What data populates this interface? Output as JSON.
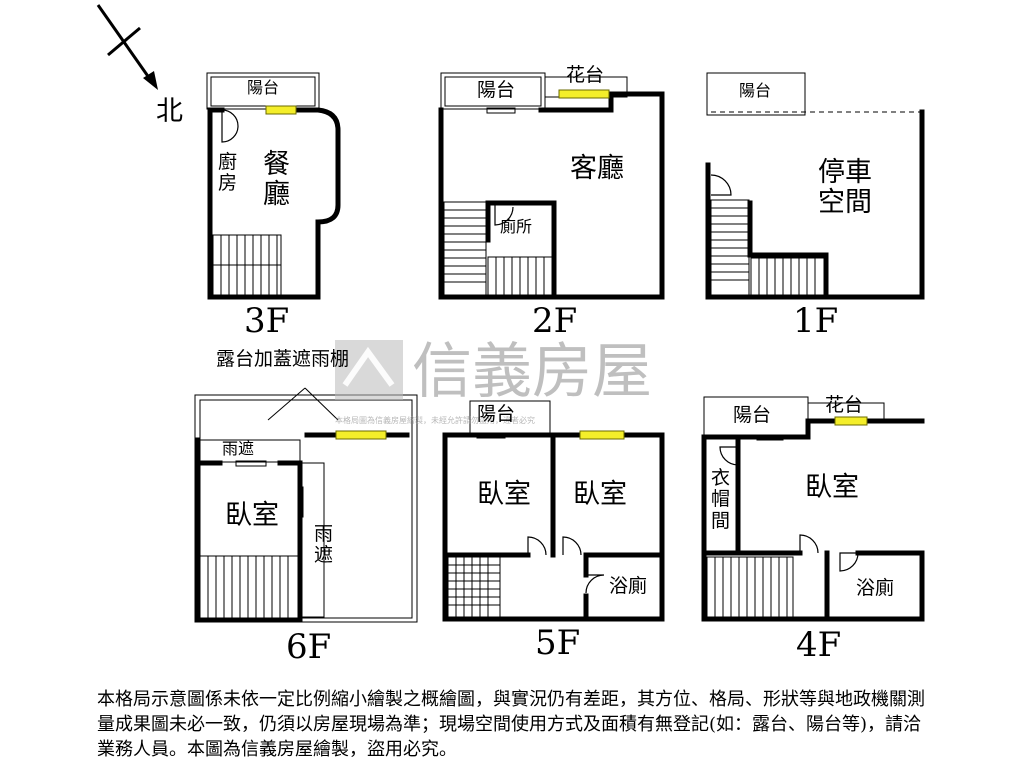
{
  "compass": {
    "label": "北"
  },
  "watermark": {
    "brand": "信義房屋",
    "small_text": "本格局圖為信義房屋繪製，未經允許請勿盜用，違者必究"
  },
  "floors": {
    "f3": {
      "label": "3F",
      "balcony": "陽台",
      "kitchen": "廚\n房",
      "dining": "餐\n廳"
    },
    "f2": {
      "label": "2F",
      "balcony": "陽台",
      "garden": "花台",
      "living": "客廳",
      "toilet": "廁所"
    },
    "f1": {
      "label": "1F",
      "balcony": "陽台",
      "parking": "停車\n空間"
    },
    "f6": {
      "label": "6F",
      "terrace": "露台加蓋遮雨棚",
      "awning_top": "雨遮",
      "awning_side": "雨\n遮",
      "bedroom": "臥室"
    },
    "f5": {
      "label": "5F",
      "balcony": "陽台",
      "bedroom_a": "臥室",
      "bedroom_b": "臥室",
      "bathroom": "浴廁"
    },
    "f4": {
      "label": "4F",
      "balcony": "陽台",
      "garden": "花台",
      "closet": "衣\n帽\n間",
      "bedroom": "臥室",
      "bathroom": "浴廁"
    }
  },
  "disclaimer": "本格局示意圖係未依一定比例縮小繪製之概繪圖，與實況仍有差距，其方位、格局、形狀等與地政機關測量成果圖未必一致，仍須以房屋現場為準；現場空間使用方式及面積有無登記(如：露台、陽台等)，請洽業務人員。本圖為信義房屋繪製，盜用必究。"
}
